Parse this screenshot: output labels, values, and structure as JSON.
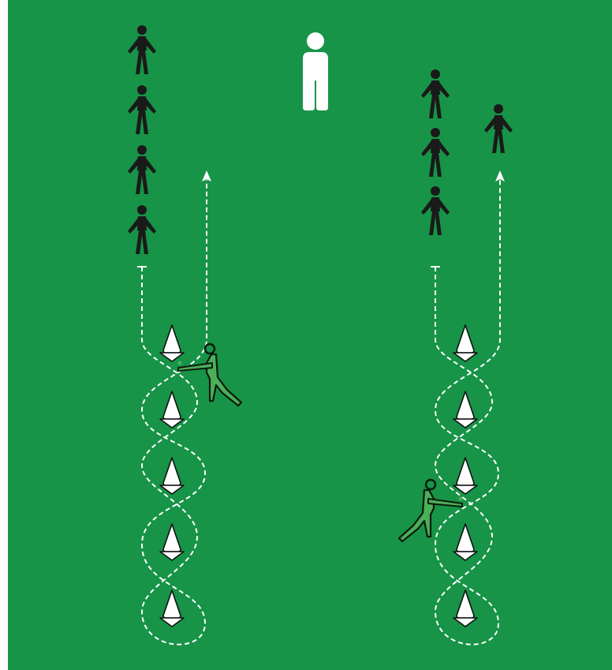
{
  "colors": {
    "pitch": "#179447",
    "pitch_border": "#ffffff",
    "waiting_player": "#1a1a1a",
    "coach": "#ffffff",
    "active_player": "#4caf5a",
    "active_outline": "#0d1a0d",
    "cone_fill": "#ffffff",
    "cone_outline": "#111111",
    "path": "#ffffff"
  },
  "icons": {
    "waiting_player": "person-silhouette-icon",
    "coach": "coach-icon",
    "active_player": "hockey-dribbling-player-icon",
    "cone": "training-cone-icon",
    "route_arrow": "arrow-up-icon"
  },
  "lanes": [
    {
      "name": "left-lane",
      "waiting_players": 4,
      "cones": 5,
      "active_player_facing": "left"
    },
    {
      "name": "right-lane",
      "waiting_players": 3,
      "extra_players": 1,
      "cones": 5,
      "active_player_facing": "right"
    }
  ],
  "coaches": 1
}
